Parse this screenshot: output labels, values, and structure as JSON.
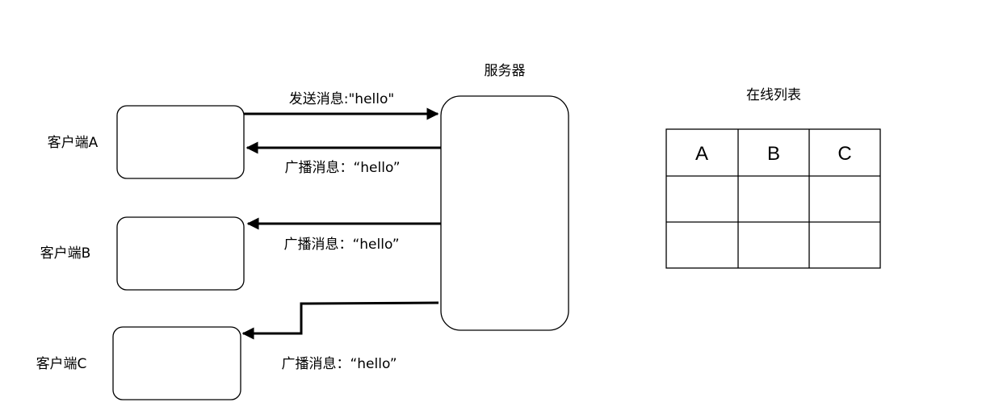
{
  "server": {
    "label": "服务器"
  },
  "clients": [
    {
      "label": "客户端A"
    },
    {
      "label": "客户端B"
    },
    {
      "label": "客户端C"
    }
  ],
  "messages": {
    "send": "发送消息:\"hello\"",
    "broadcast_a": "广播消息：“hello”",
    "broadcast_b": "广播消息：“hello”",
    "broadcast_c": "广播消息：“hello”"
  },
  "online_list": {
    "title": "在线列表",
    "headers": [
      "A",
      "B",
      "C"
    ],
    "rows": [
      [
        "",
        "",
        ""
      ],
      [
        "",
        "",
        ""
      ]
    ]
  }
}
